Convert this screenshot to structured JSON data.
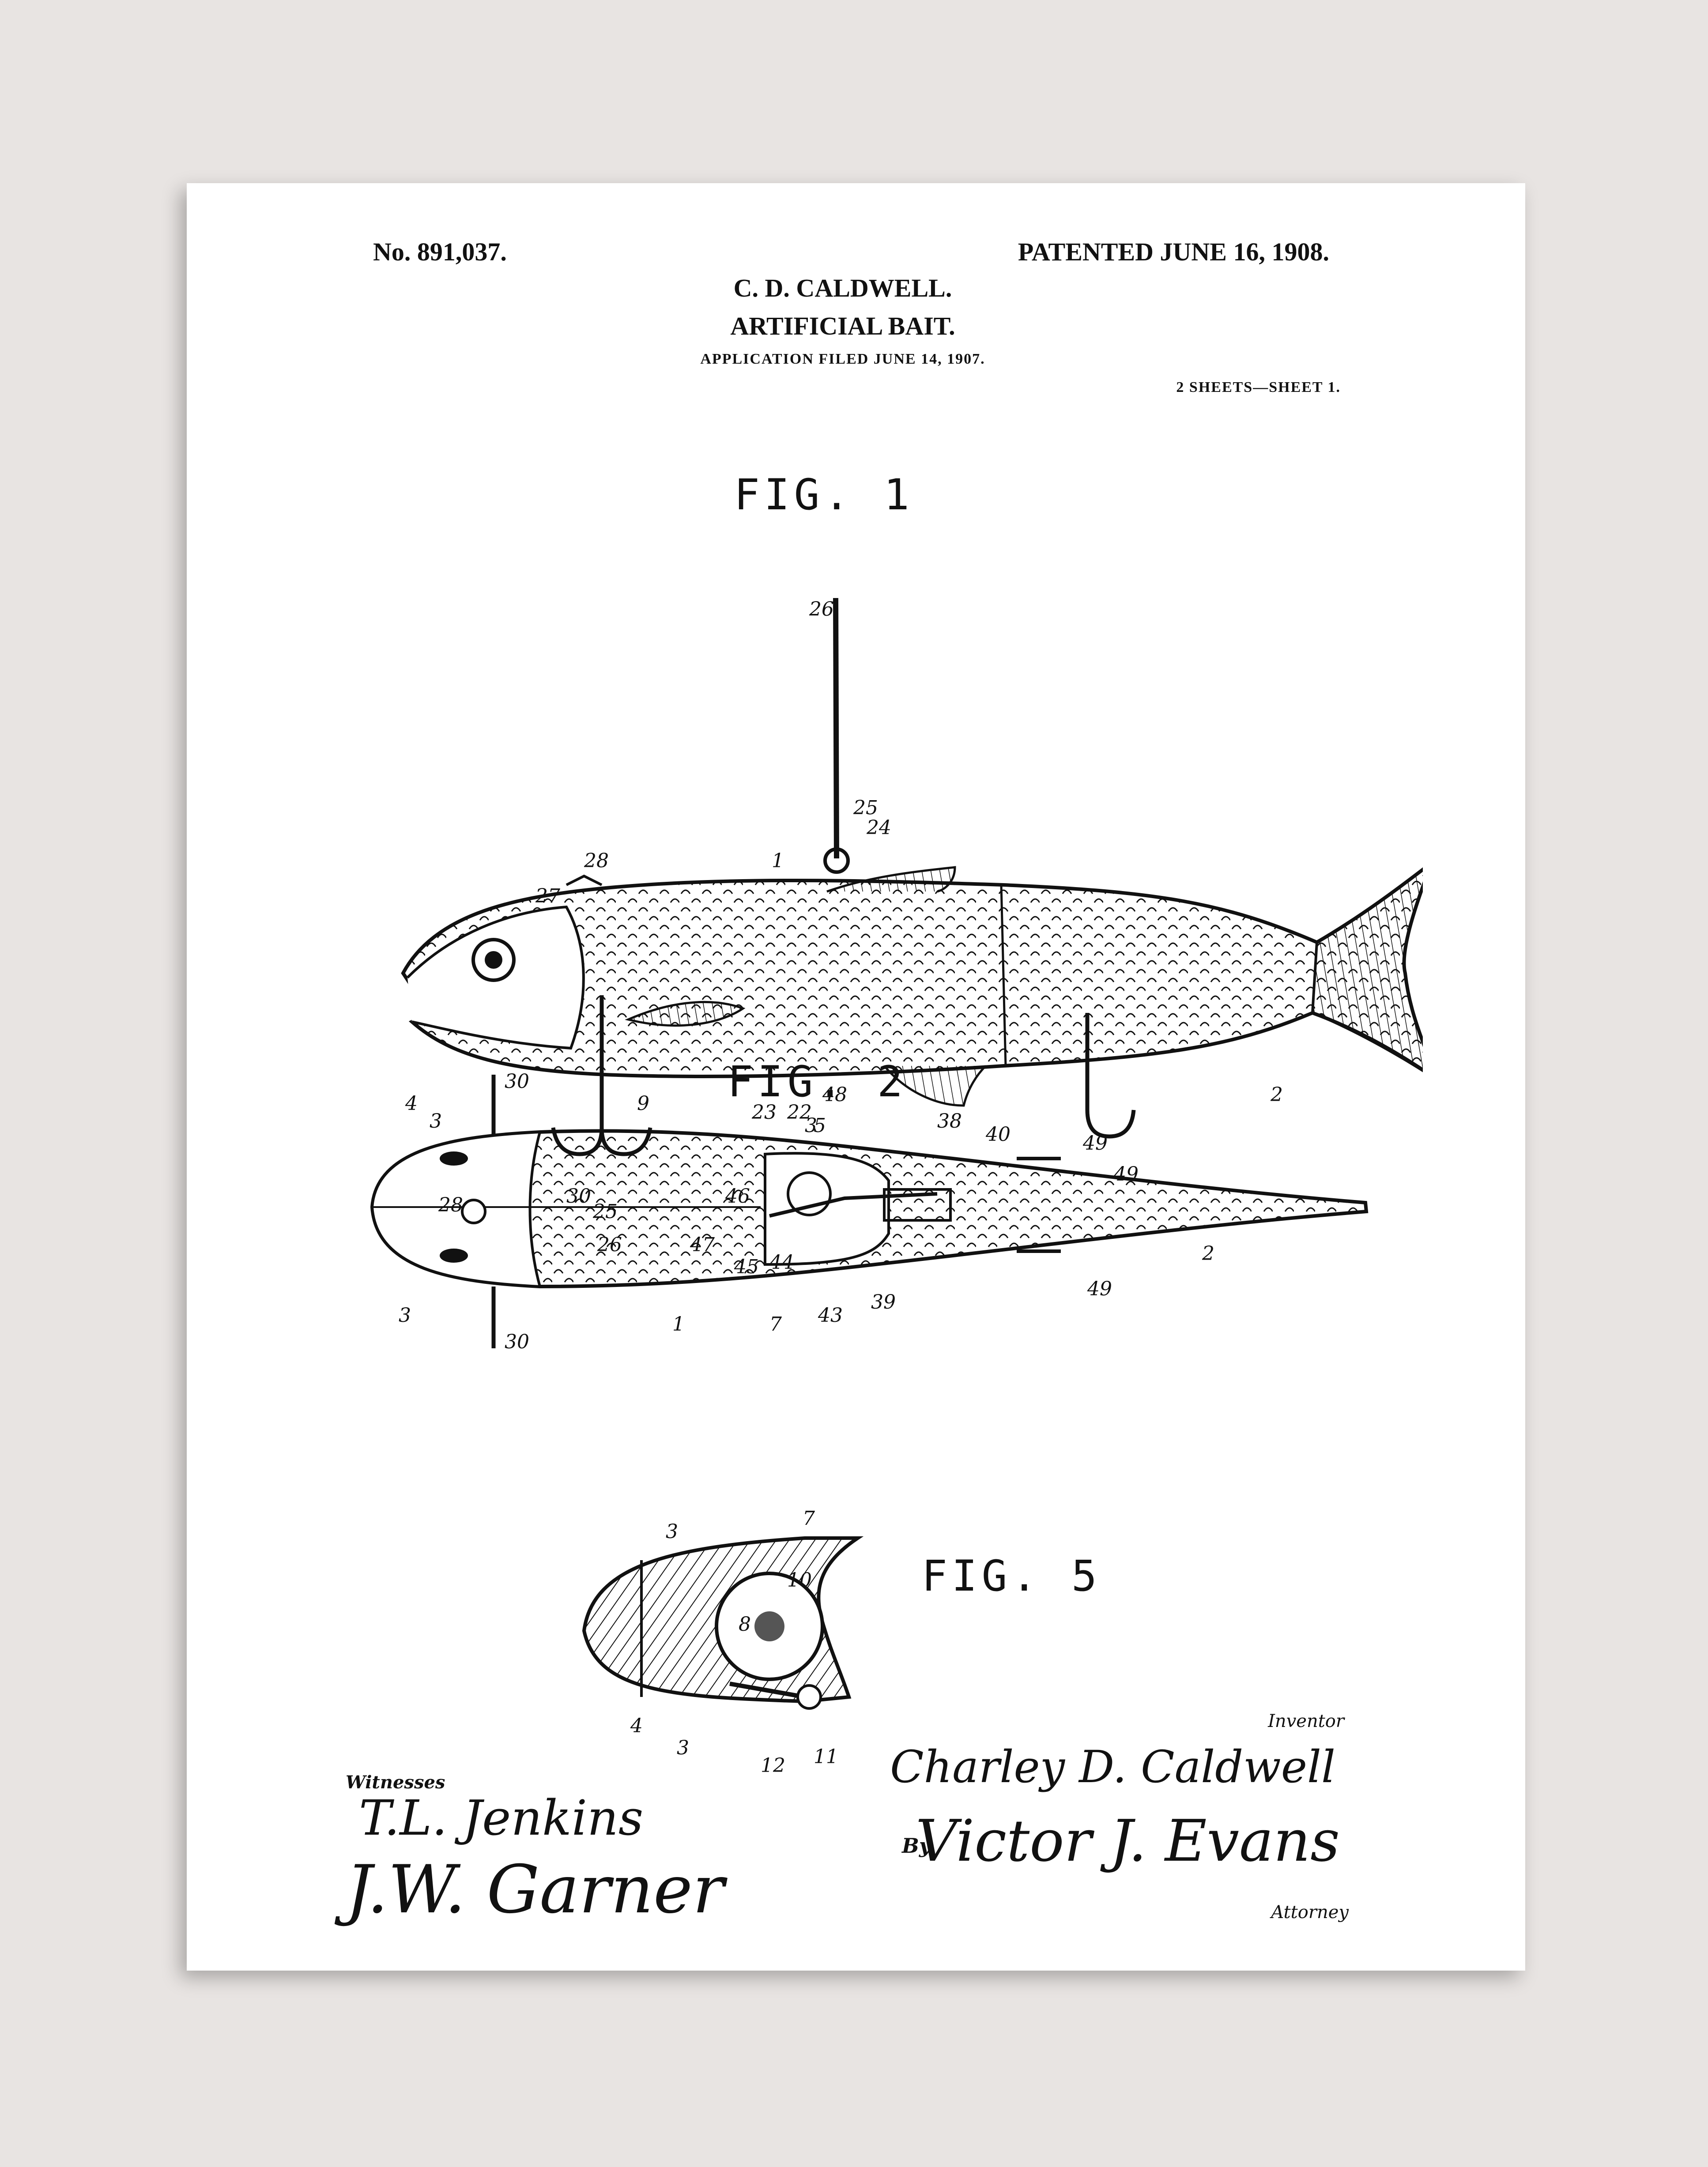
{
  "header": {
    "patent_number": "No. 891,037.",
    "patent_date": "PATENTED JUNE 16, 1908.",
    "inventor": "C. D. CALDWELL.",
    "title": "ARTIFICIAL BAIT.",
    "application": "APPLICATION FILED JUNE 14, 1907.",
    "sheets": "2 SHEETS—SHEET 1."
  },
  "figures": {
    "fig1": "FIG. 1",
    "fig2": "FIG. 2",
    "fig5": "FIG. 5"
  },
  "reference_numerals": {
    "fig1": [
      "26",
      "25",
      "24",
      "28",
      "1",
      "27",
      "4",
      "9",
      "3",
      "30",
      "2",
      "49"
    ],
    "fig2": [
      "30",
      "3",
      "23",
      "22",
      "48",
      "5",
      "38",
      "40",
      "49",
      "28",
      "25",
      "26",
      "46",
      "47",
      "45",
      "44",
      "2",
      "3",
      "1",
      "7",
      "43",
      "39",
      "49",
      "30"
    ],
    "fig5": [
      "3",
      "7",
      "10",
      "8",
      "4",
      "3",
      "12",
      "11"
    ]
  },
  "signatures": {
    "witnesses_label": "Witnesses",
    "witness_1": "T.L. Jenkins",
    "witness_2": "J.W. Garner",
    "inventor_caption": "Inventor",
    "inventor_signature": "Charley D. Caldwell",
    "by_label": "By",
    "attorney_signature": "Victor J. Evans",
    "attorney_caption": "Attorney"
  },
  "colors": {
    "wall": "#e8e4e2",
    "paper": "#ffffff",
    "ink": "#111111"
  }
}
